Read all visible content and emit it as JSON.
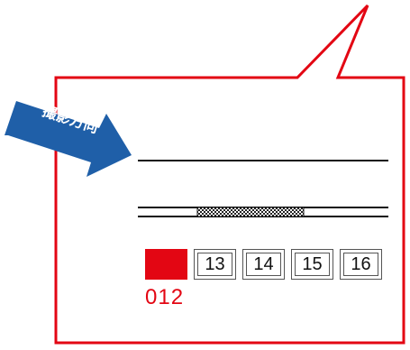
{
  "colors": {
    "frame": "#e30613",
    "arrow": "#1f5fa8",
    "active_marker": "#e30613",
    "active_label": "#e30613",
    "box_border": "#555555"
  },
  "direction_arrow": {
    "label": "撮影方向",
    "icon": "blue-arrow"
  },
  "active_slot": {
    "label": "012"
  },
  "slots": [
    {
      "label": "13"
    },
    {
      "label": "14"
    },
    {
      "label": "15"
    },
    {
      "label": "16"
    }
  ],
  "film_strip": {
    "pattern": "checkered-segment"
  }
}
